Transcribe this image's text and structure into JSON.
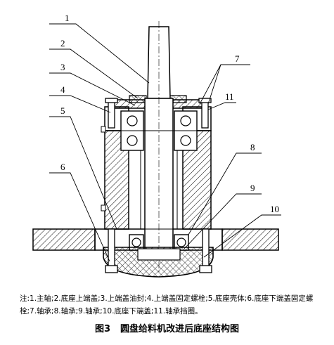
{
  "callouts": [
    "1",
    "2",
    "3",
    "4",
    "5",
    "6",
    "7",
    "8",
    "9",
    "10",
    "11"
  ],
  "note": {
    "line1": "注:1.主轴;2.底座上端盖;3.上端盖油封;4.上端盖固定螺栓;5.底座壳体;6.底",
    "line2": "座下端盖固定螺栓;7.轴承;8.轴承;9.轴承;10.底座下端盖;11.轴承挡圈。"
  },
  "caption": {
    "figure_number": "图3",
    "title": "圆盘给料机改进后底座结构图"
  }
}
